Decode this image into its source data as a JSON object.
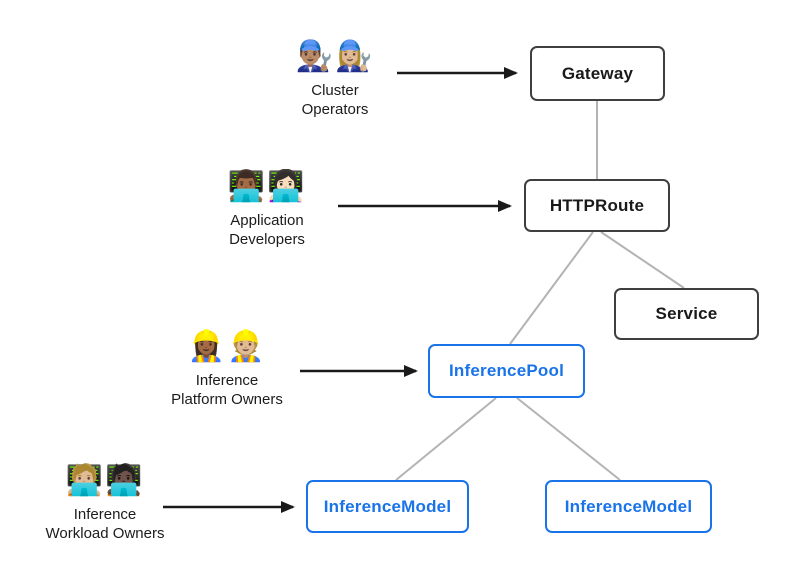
{
  "actors": [
    {
      "icon": "👨🏽‍🔧👩🏼‍🔧",
      "label": "Cluster\nOperators"
    },
    {
      "icon": "👨🏾‍💻👩🏻‍💻",
      "label": "Application\nDevelopers"
    },
    {
      "icon": "👷🏾‍♀️👷🏼",
      "label": "Inference\nPlatform Owners"
    },
    {
      "icon": "🧑🏼‍💻🧑🏿‍💻",
      "label": "Inference\nWorkload Owners"
    }
  ],
  "nodes": [
    {
      "id": "gateway",
      "label": "Gateway",
      "type": "core"
    },
    {
      "id": "httproute",
      "label": "HTTPRoute",
      "type": "core"
    },
    {
      "id": "service",
      "label": "Service",
      "type": "core"
    },
    {
      "id": "inference-pool",
      "label": "InferencePool",
      "type": "extension"
    },
    {
      "id": "inference-model-left",
      "label": "InferenceModel",
      "type": "extension"
    },
    {
      "id": "inference-model-right",
      "label": "InferenceModel",
      "type": "extension"
    }
  ],
  "colors": {
    "core_border": "#3f3f3f",
    "core_text": "#1a1a1a",
    "extension_accent": "#1a73e8",
    "connector": "#b3b3b3",
    "arrow": "#1a1a1a"
  }
}
